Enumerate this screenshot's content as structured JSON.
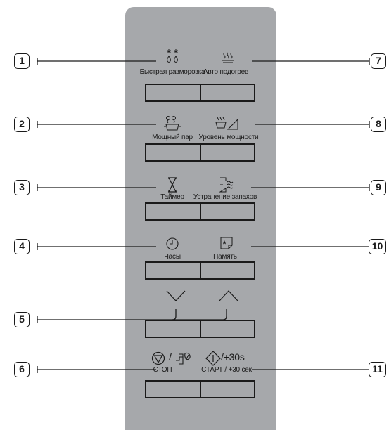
{
  "rows": [
    {
      "left": {
        "label": "Быстрая разморозка",
        "icon": "defrost-icon"
      },
      "right": {
        "label": "Авто подогрев",
        "icon": "auto-reheat-icon"
      },
      "callout_left": "1",
      "callout_right": "7"
    },
    {
      "left": {
        "label": "Мощный пар",
        "icon": "power-steam-icon"
      },
      "right": {
        "label": "Уровень мощности",
        "icon": "power-level-icon"
      },
      "callout_left": "2",
      "callout_right": "8"
    },
    {
      "left": {
        "label": "Таймер",
        "icon": "hourglass-icon"
      },
      "right": {
        "label": "Устранение запахов",
        "icon": "deodorize-icon"
      },
      "callout_left": "3",
      "callout_right": "9"
    },
    {
      "left": {
        "label": "Часы",
        "icon": "clock-icon"
      },
      "right": {
        "label": "Память",
        "icon": "memory-icon"
      },
      "callout_left": "4",
      "callout_right": "10"
    },
    {
      "left": {
        "label": "",
        "icon": "chevron-down-icon"
      },
      "right": {
        "label": "",
        "icon": "chevron-up-icon"
      },
      "callout_left": "5"
    },
    {
      "left": {
        "label": "СТОП",
        "icon": "stop-eco-icon",
        "glyph": "/"
      },
      "right": {
        "label": "СТАРТ / +30 сек",
        "icon": "start-icon",
        "glyph": "/+30s"
      },
      "callout_left": "6",
      "callout_right": "11"
    }
  ],
  "colors": {
    "panel": "#a6a8ab",
    "ink": "#1a1a1a",
    "background": "#ffffff"
  }
}
